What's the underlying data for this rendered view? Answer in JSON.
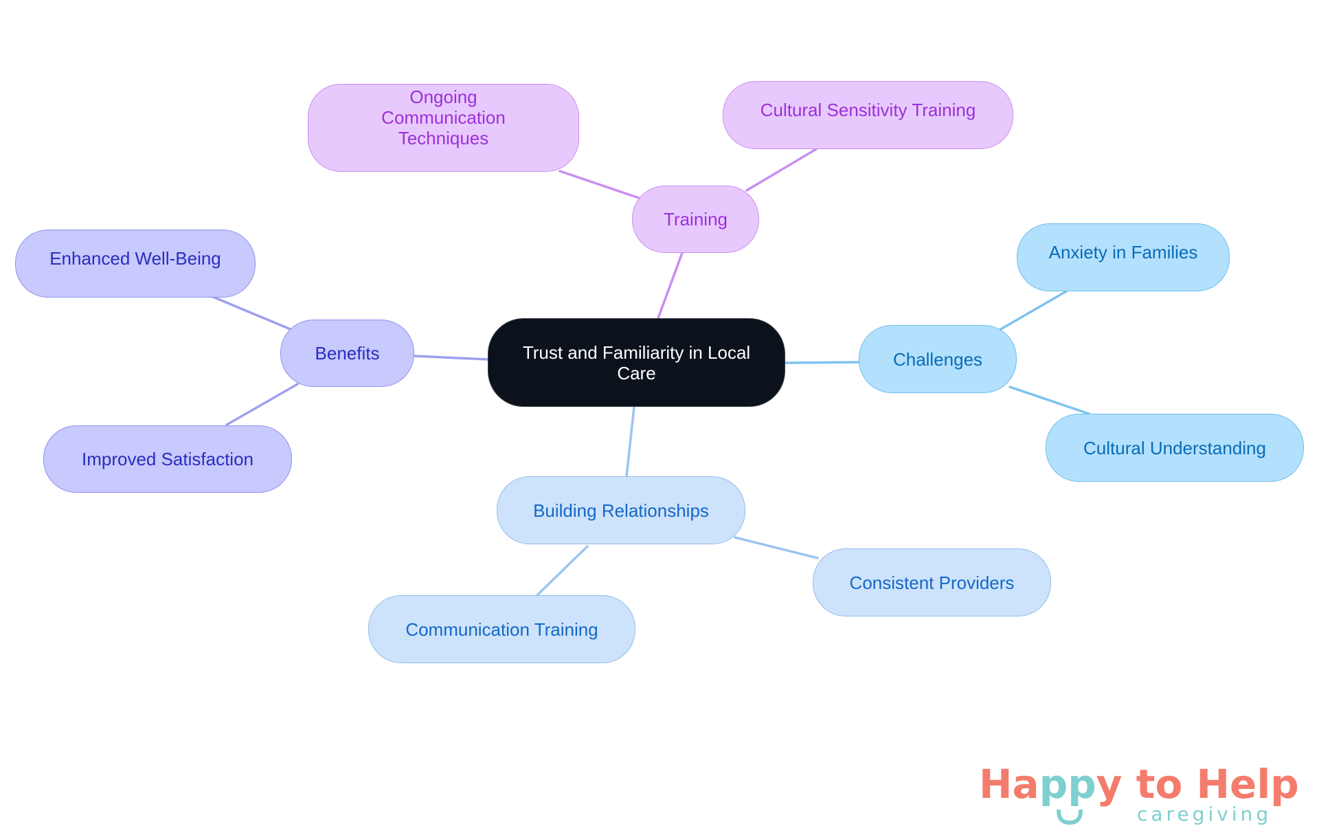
{
  "diagram": {
    "type": "mindmap",
    "root": {
      "label": "Trust and Familiarity in Local Care"
    },
    "branches": [
      {
        "label": "Training",
        "color": {
          "fill": "#e8c9fd",
          "stroke": "#c98ef0",
          "text": "#9b30d9"
        },
        "children": [
          {
            "label": "Ongoing Communication Techniques"
          },
          {
            "label": "Cultural Sensitivity Training"
          }
        ]
      },
      {
        "label": "Benefits",
        "color": {
          "fill": "#c8c9fc",
          "stroke": "#8f92ee",
          "text": "#2a2dbf"
        },
        "children": [
          {
            "label": "Enhanced Well-Being"
          },
          {
            "label": "Improved Satisfaction"
          }
        ]
      },
      {
        "label": "Challenges",
        "color": {
          "fill": "#b3e0fd",
          "stroke": "#6fbdec",
          "text": "#0a6cb5"
        },
        "children": [
          {
            "label": "Anxiety in Families"
          },
          {
            "label": "Cultural Understanding"
          }
        ]
      },
      {
        "label": "Building Relationships",
        "color": {
          "fill": "#cde3fb",
          "stroke": "#93bdec",
          "text": "#1467c8"
        },
        "children": [
          {
            "label": "Consistent Providers"
          },
          {
            "label": "Communication Training"
          }
        ]
      }
    ]
  },
  "logo": {
    "part1": "Ha",
    "part2": "pp",
    "part3": "y to Help",
    "tagline": "caregiving",
    "colors": {
      "primary": "#f47c6c",
      "secondary": "#7ecfd0"
    }
  }
}
